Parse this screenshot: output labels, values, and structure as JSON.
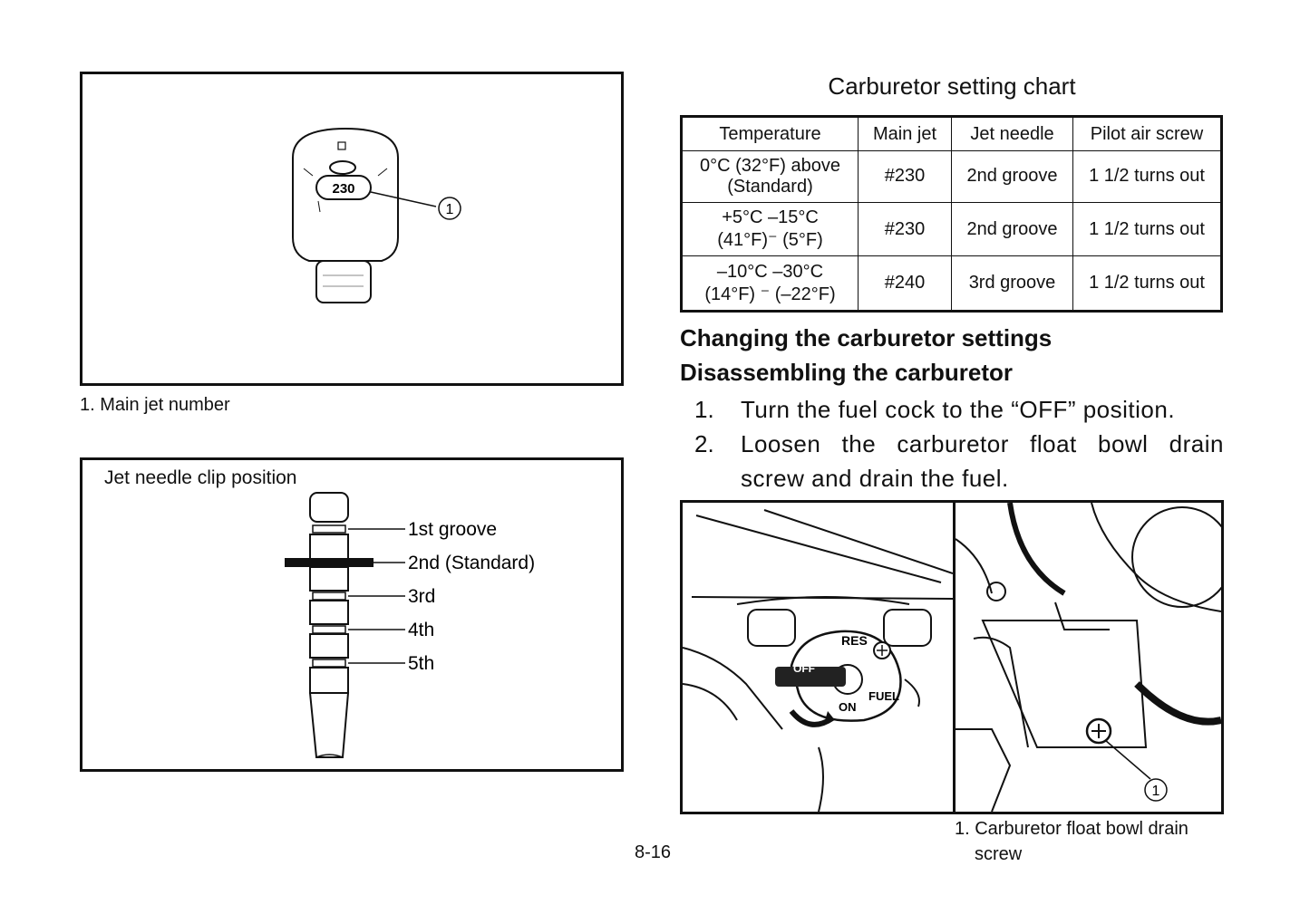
{
  "figure1": {
    "callout": "1",
    "caption": "1.  Main jet number"
  },
  "figure2": {
    "title": "Jet needle clip position",
    "labels": [
      "1st groove",
      "2nd (Standard)",
      "3rd",
      "4th",
      "5th"
    ]
  },
  "chart": {
    "title": "Carburetor setting chart",
    "headers": [
      "Temperature",
      "Main jet",
      "Jet needle",
      "Pilot air screw"
    ],
    "rows": [
      {
        "temp_line1": "0°C (32°F) above",
        "temp_line2": "(Standard)",
        "main_jet": "#230",
        "jet_needle": "2nd groove",
        "pilot_air_screw": "1 1/2 turns out"
      },
      {
        "temp_line1": "+5°C   –15°C",
        "temp_line2": "(41°F)⁻   (5°F)",
        "main_jet": "#230",
        "jet_needle": "2nd groove",
        "pilot_air_screw": "1 1/2 turns out"
      },
      {
        "temp_line1": "–10°C   –30°C",
        "temp_line2": "(14°F)  ⁻ (–22°F)",
        "main_jet": "#240",
        "jet_needle": "3rd groove",
        "pilot_air_screw": "1 1/2 turns out"
      }
    ]
  },
  "section": {
    "heading1": "Changing the carburetor settings",
    "heading2": "Disassembling the carburetor",
    "steps": [
      {
        "num": "1.",
        "text": "Turn the fuel cock to the “OFF” position."
      },
      {
        "num": "2.",
        "text": "Loosen the carburetor float bowl drain screw and drain the fuel."
      }
    ]
  },
  "figure3": {
    "fuel_cock_labels": {
      "res": "RES",
      "off": "OFF",
      "on": "ON",
      "fuel": "FUEL"
    },
    "callout": "1",
    "caption_line1": "1. Carburetor float bowl drain",
    "caption_line2": "screw"
  },
  "page_number": "8-16"
}
